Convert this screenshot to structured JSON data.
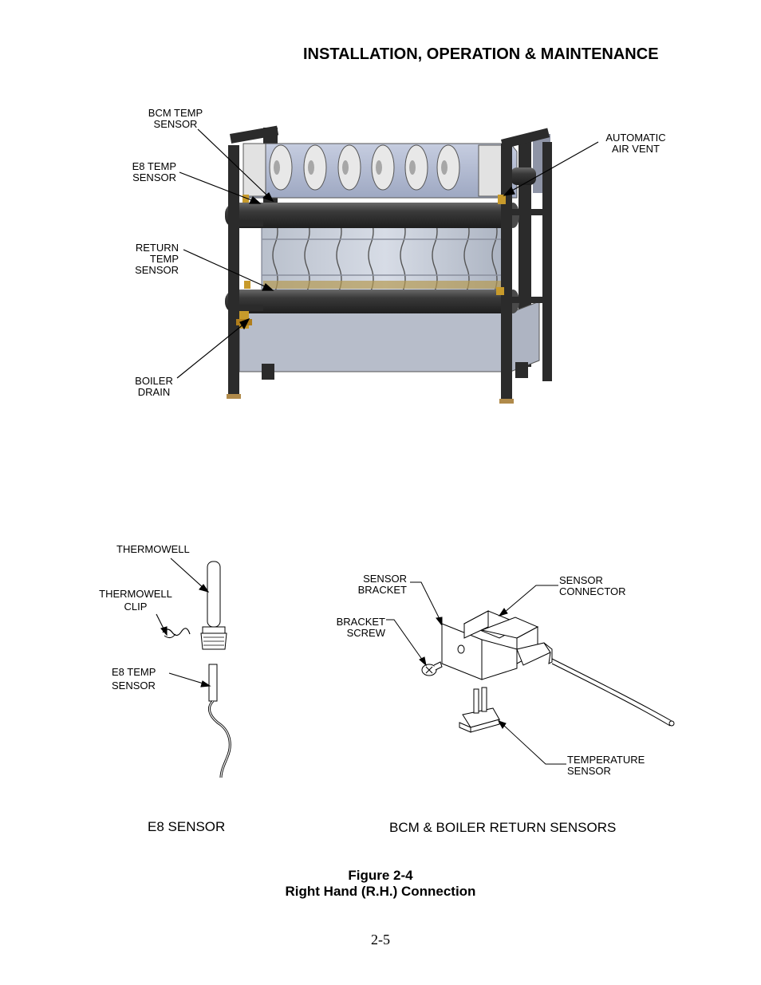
{
  "header": {
    "title": "INSTALLATION, OPERATION & MAINTENANCE"
  },
  "boiler_labels": {
    "bcm_temp_sensor": "BCM TEMP\nSENSOR",
    "e8_temp_sensor": "E8 TEMP\nSENSOR",
    "return_temp_sensor": "RETURN\nTEMP\nSENSOR",
    "boiler_drain": "BOILER\nDRAIN",
    "automatic_air_vent": "AUTOMATIC\nAIR VENT"
  },
  "e8_detail": {
    "thermowell": "THERMOWELL",
    "thermowell_clip": "THERMOWELL\nCLIP",
    "e8_temp_sensor": "E8 TEMP\nSENSOR",
    "caption": "E8 SENSOR"
  },
  "bcm_detail": {
    "sensor_bracket": "SENSOR\nBRACKET",
    "sensor_connector": "SENSOR\nCONNECTOR",
    "bracket_screw": "BRACKET\nSCREW",
    "temperature_sensor": "TEMPERATURE\nSENSOR",
    "caption": "BCM & BOILER RETURN SENSORS"
  },
  "figure": {
    "number": "Figure 2-4",
    "title": "Right Hand (R.H.) Connection"
  },
  "page_number": "2-5"
}
